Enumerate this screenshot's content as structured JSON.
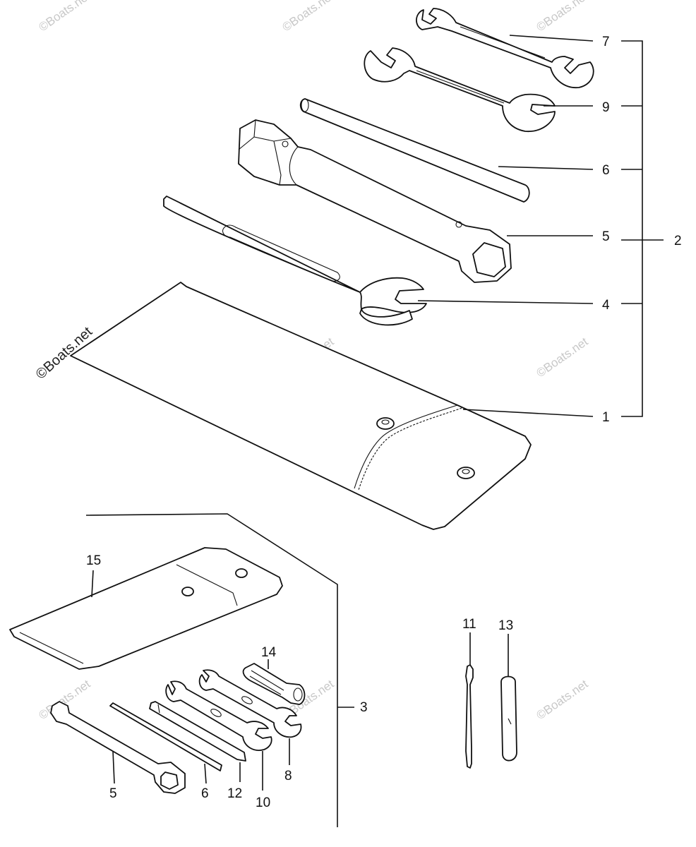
{
  "labels": {
    "l1": "1",
    "l2": "2",
    "l3": "3",
    "l4": "4",
    "l5": "5",
    "l6": "6",
    "l7": "7",
    "l9": "9",
    "s5": "5",
    "s6": "6",
    "s8": "8",
    "s10": "10",
    "s11": "11",
    "s12": "12",
    "s13": "13",
    "s14": "14",
    "s15": "15"
  },
  "watermarks": {
    "main": "©Boats.net",
    "faint": "©Boats.net"
  },
  "colors": {
    "ink": "#111111",
    "watermark": "#c8c8c8",
    "paper": "#ffffff"
  }
}
